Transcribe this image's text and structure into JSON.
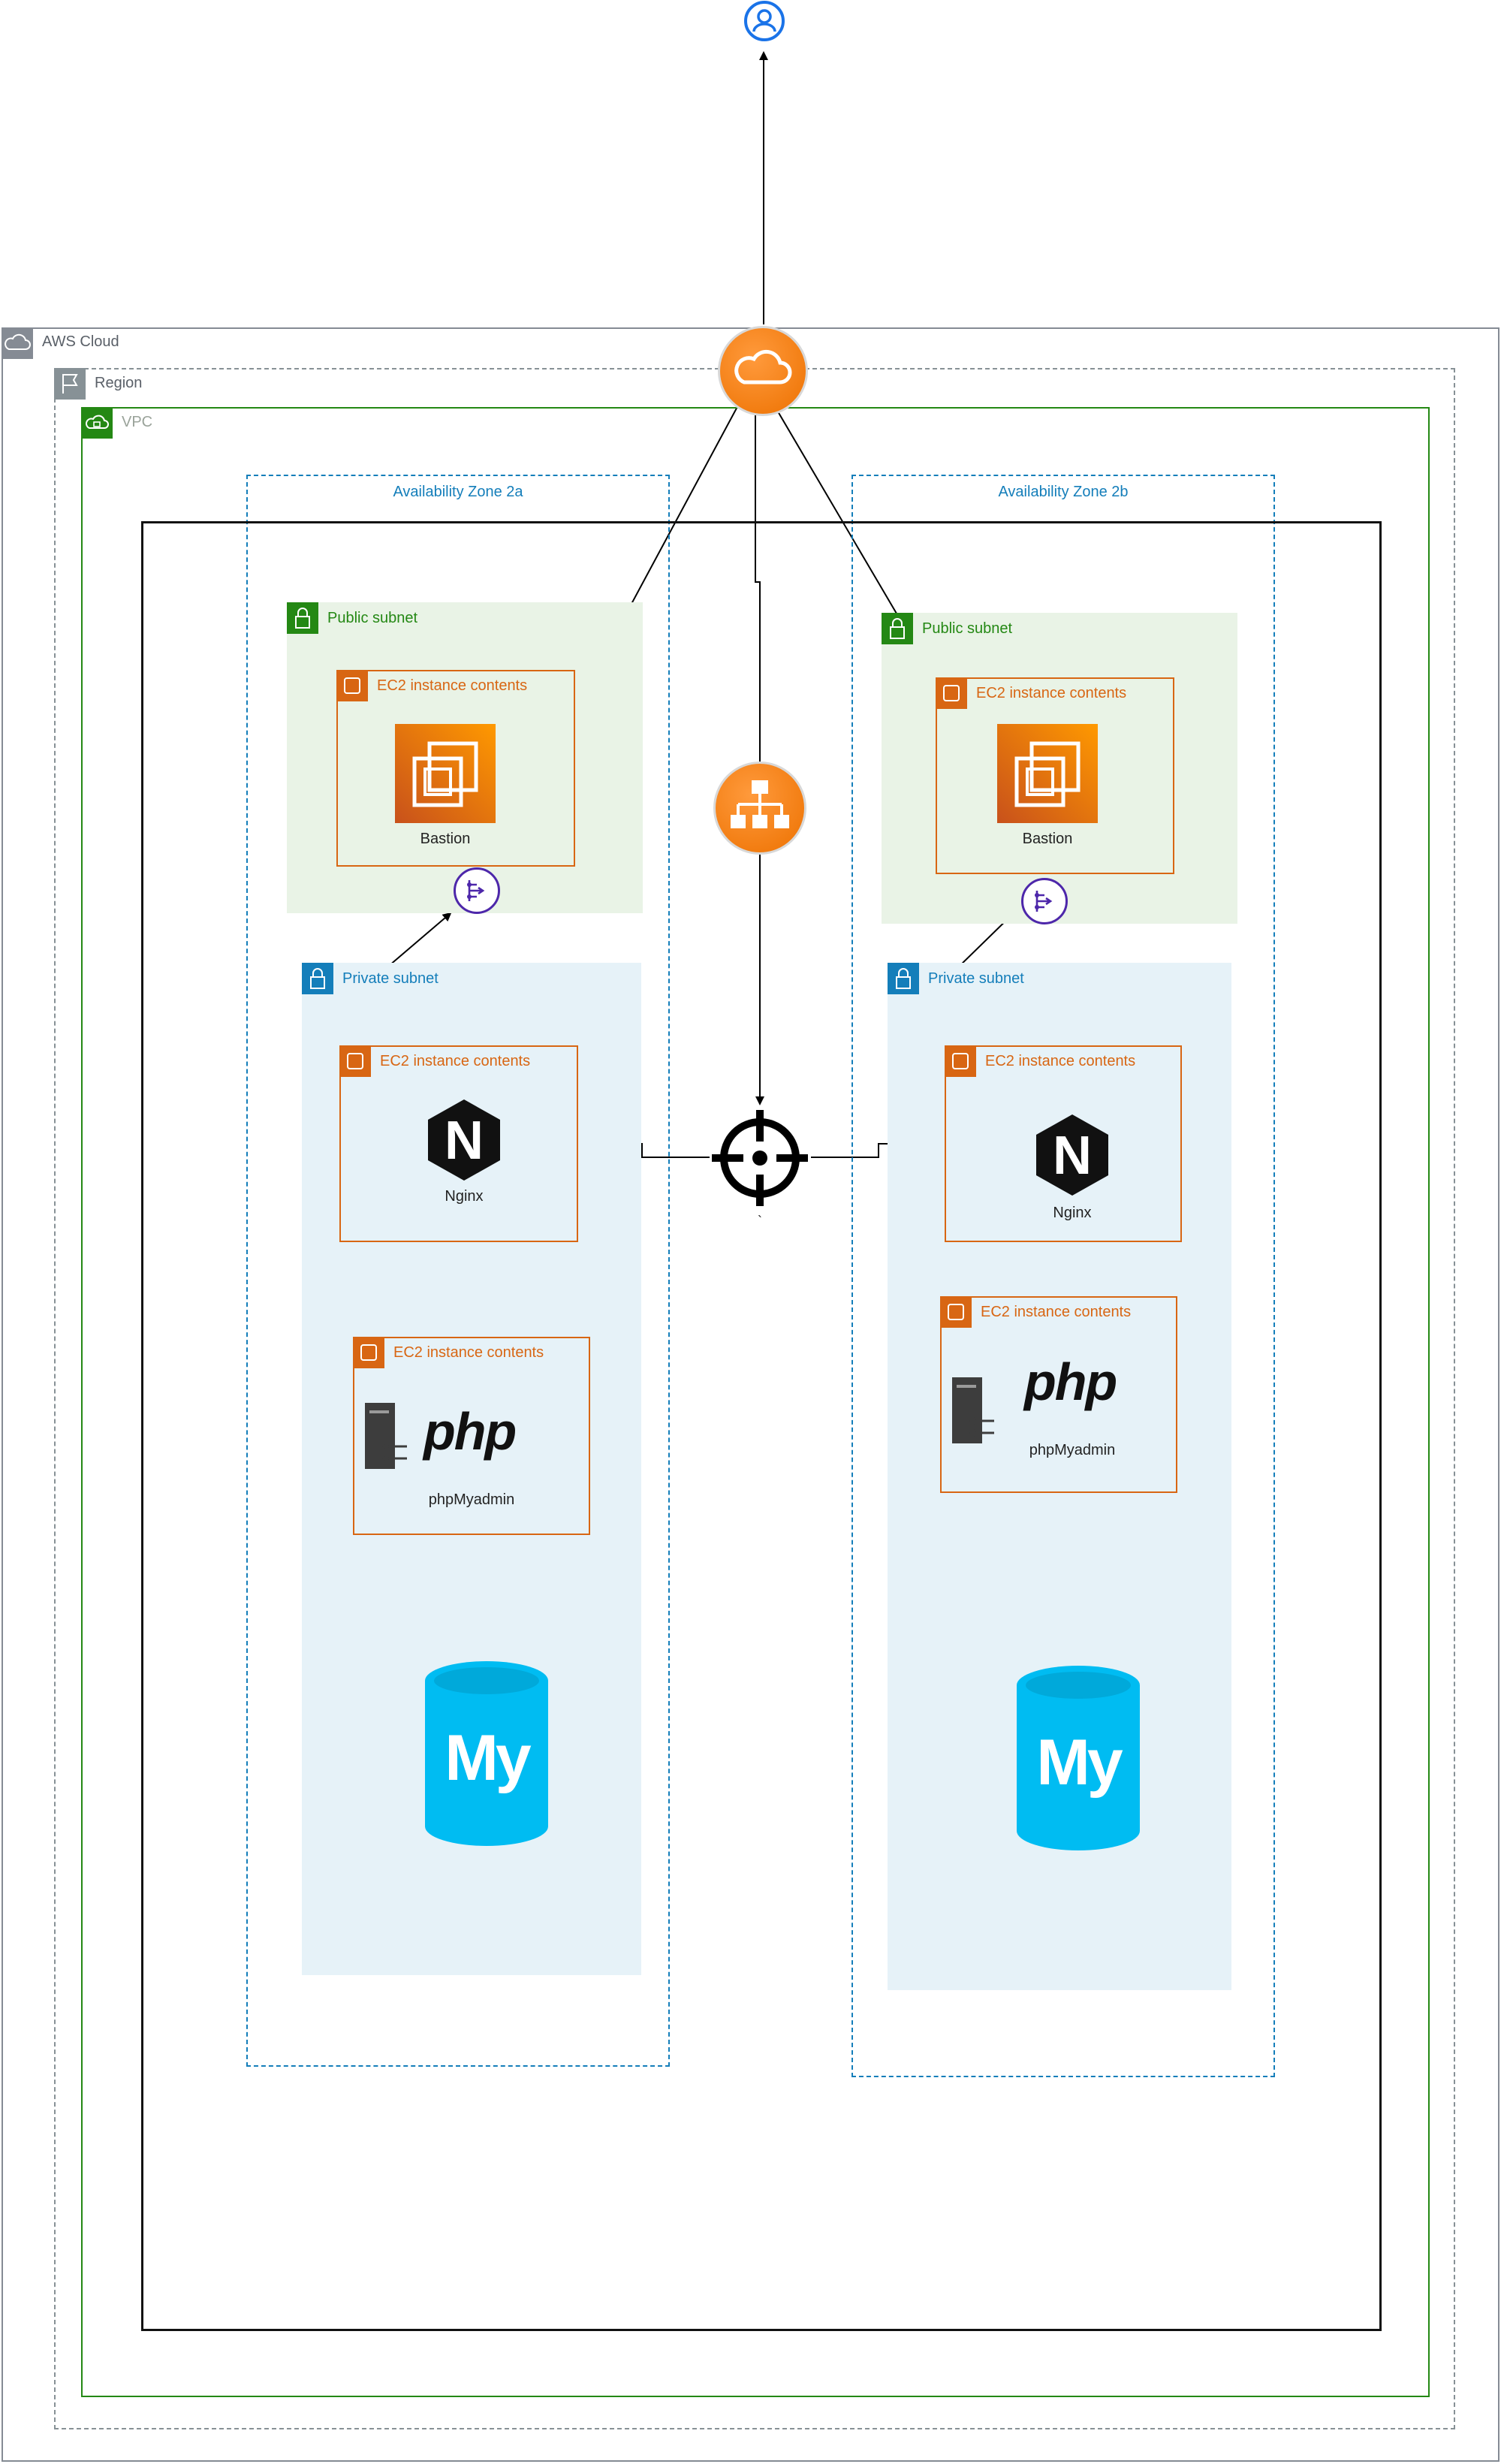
{
  "containers": {
    "aws_cloud": "AWS Cloud",
    "region": "Region",
    "vpc": "VPC",
    "az_a": "Availability Zone 2a",
    "az_b": "Availability Zone 2b"
  },
  "zone_a": {
    "public_subnet": "Public subnet",
    "bastion_group": "EC2 instance contents",
    "bastion_label": "Bastion",
    "private_subnet": "Private subnet",
    "nginx_group": "EC2 instance contents",
    "nginx_label": "Nginx",
    "php_group": "EC2 instance contents",
    "php_logo": "php",
    "php_label": "phpMyadmin",
    "mysql_logo": "My"
  },
  "zone_b": {
    "public_subnet": "Public subnet",
    "bastion_group": "EC2 instance contents",
    "bastion_label": "Bastion",
    "private_subnet": "Private subnet",
    "nginx_group": "EC2 instance contents",
    "nginx_label": "Nginx",
    "php_group": "EC2 instance contents",
    "php_logo": "php",
    "php_label": "phpMyadmin",
    "mysql_logo": "My"
  },
  "nginx_glyph": "N",
  "target_caption": "`",
  "colors": {
    "aws_orange": "#ED7100",
    "ec2_orange": "#D86613",
    "public_green": "#248814",
    "public_fill": "#E9F3E6",
    "private_blue": "#147EBA",
    "private_fill": "#E6F2F8",
    "az_blue": "#147EBA",
    "cloud_gray": "#858B94",
    "mysql_cyan": "#00BCF2",
    "nat_purple": "#4D27AA",
    "user_blue": "#1A73E8"
  }
}
